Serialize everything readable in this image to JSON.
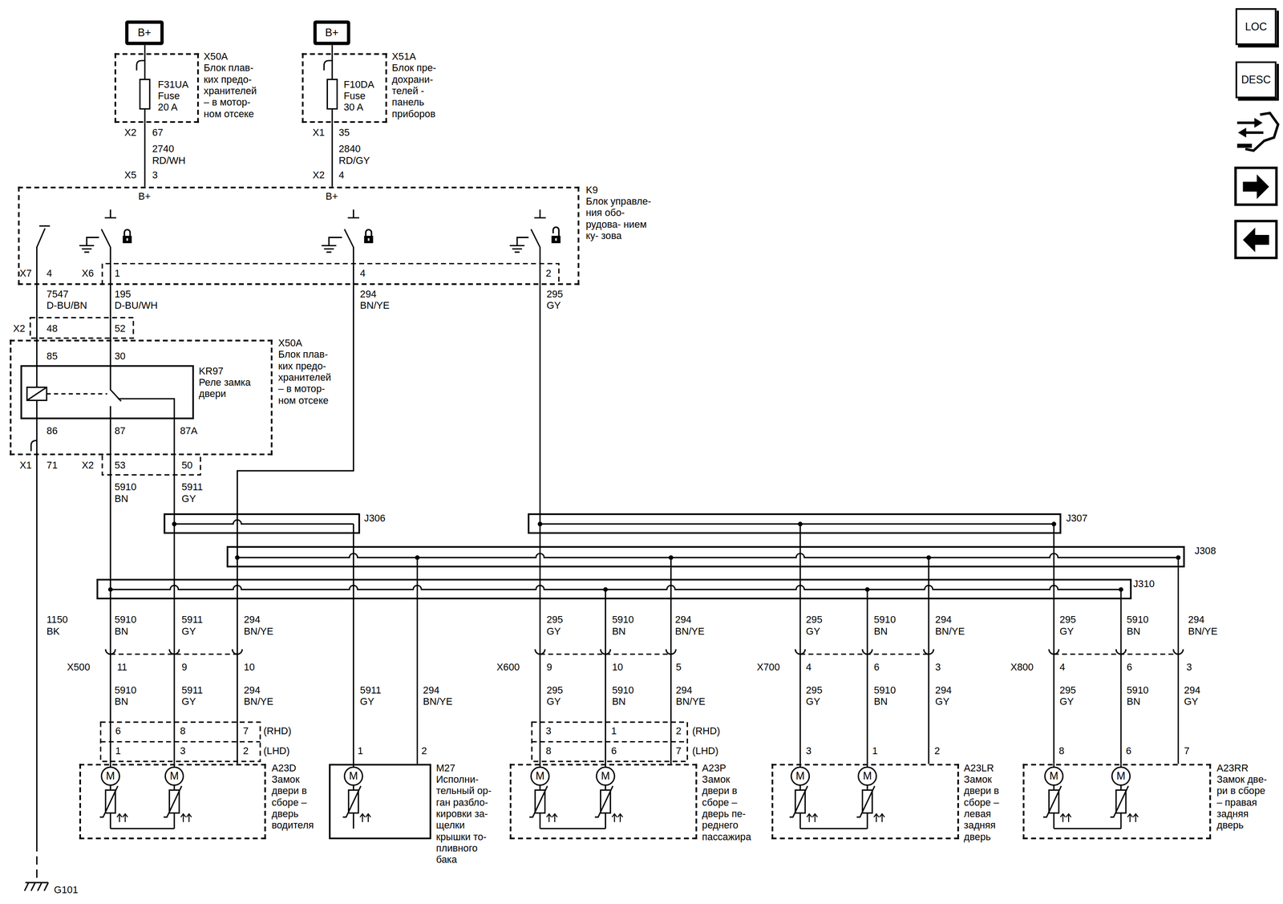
{
  "diagram": {
    "nodes": [
      {
        "text": [
          "B+"
        ]
      },
      {
        "text": [
          "X50A",
          "Блок плав- ких предо- хранителей – в мотор- ном отсеке"
        ]
      },
      {
        "text": [
          "B+"
        ]
      },
      {
        "text": [
          "X51A",
          "Блок пре- дохрани- телей - панель приборов"
        ]
      },
      {
        "text": [
          "LOC"
        ]
      },
      {
        "text": [
          "DESC"
        ]
      },
      {
        "text": [
          "K9",
          "Блок управле- ния обо- рудова- нием ку- зова"
        ]
      },
      {
        "text": [
          "X50A",
          "Блок плав- ких предо- хранителей – в мотор- ном отсеке"
        ]
      },
      {
        "text": [
          "KR97",
          "Реле замка двери"
        ],
        "in": 7
      },
      {
        "text": [
          "J306"
        ]
      },
      {
        "text": [
          "J307"
        ]
      },
      {
        "text": [
          "J308"
        ]
      },
      {
        "text": [
          "J310"
        ]
      },
      {
        "text": [
          "A23D",
          "Замок двери в сборе – дверь водителя"
        ]
      },
      {
        "text": [
          "M27",
          "Исполни- тельный ор- ган разбло- кировки за- щелки крышки то- пливного бака"
        ]
      },
      {
        "text": [
          "A23P",
          "Замок двери в сборе – дверь пе- реднего пассажира"
        ]
      },
      {
        "text": [
          "A23LR",
          "Замок двери в сборе – левая задняя дверь"
        ]
      },
      {
        "text": [
          "A23RR",
          "Замок две- ри в сборе – правая задняя дверь"
        ]
      }
    ],
    "edges": [
      {
        "from": 0,
        "to": 1,
        "arrow": "none"
      },
      {
        "from": 1,
        "to": 6,
        "arrow": "none"
      },
      {
        "from": 2,
        "to": 3,
        "arrow": "none"
      },
      {
        "from": 3,
        "to": 6,
        "arrow": "none"
      },
      {
        "from": 6,
        "to": 7,
        "arrow": "none"
      },
      {
        "from": 6,
        "to": 7,
        "arrow": "none"
      },
      {
        "from": 7,
        "to": 12,
        "arrow": "none"
      },
      {
        "from": 7,
        "to": 9,
        "arrow": "none"
      },
      {
        "from": 6,
        "to": 11,
        "arrow": "none"
      },
      {
        "from": 6,
        "to": 10,
        "arrow": "none"
      },
      {
        "from": 12,
        "to": 13,
        "arrow": "none"
      },
      {
        "from": 9,
        "to": 13,
        "arrow": "none"
      },
      {
        "from": 11,
        "to": 13,
        "arrow": "none"
      },
      {
        "from": 9,
        "to": 14,
        "arrow": "none"
      },
      {
        "from": 11,
        "to": 14,
        "arrow": "none"
      },
      {
        "from": 10,
        "to": 15,
        "arrow": "none"
      },
      {
        "from": 12,
        "to": 15,
        "arrow": "none"
      },
      {
        "from": 11,
        "to": 15,
        "arrow": "none"
      },
      {
        "from": 10,
        "to": 16,
        "arrow": "none"
      },
      {
        "from": 12,
        "to": 16,
        "arrow": "none"
      },
      {
        "from": 11,
        "to": 16,
        "arrow": "none"
      },
      {
        "from": 10,
        "to": 17,
        "arrow": "none"
      },
      {
        "from": 12,
        "to": 17,
        "arrow": "none"
      },
      {
        "from": 11,
        "to": 17,
        "arrow": "none"
      }
    ],
    "labels": [
      "F31UA Fuse 20 A",
      "X2",
      "67",
      "2740 RD/WH",
      "X5",
      "3",
      "B+",
      "F10DA Fuse 30 A",
      "X1",
      "35",
      "2840 RD/GY",
      "X2",
      "4",
      "B+",
      "X7",
      "4",
      "X6",
      "1",
      "4",
      "2",
      "7547 D-BU/BN",
      "195 D-BU/WH",
      "294 BN/YE",
      "295 GY",
      "X2",
      "48",
      "52",
      "85",
      "30",
      "86",
      "87",
      "87A",
      "X1",
      "71",
      "X2",
      "53",
      "50",
      "5910 BN",
      "5911 GY",
      "1150 BK",
      "5910 BN",
      "5911 GY",
      "294 BN/YE",
      "295 GY",
      "5910 BN",
      "294 BN/YE",
      "295 GY",
      "5910 BN",
      "294 BN/YE",
      "295 GY",
      "5910 BN",
      "294 BN/YE",
      "X500",
      "11",
      "9",
      "10",
      "X600",
      "9",
      "10",
      "5",
      "X700",
      "4",
      "6",
      "3",
      "X800",
      "4",
      "6",
      "3",
      "5910 BN",
      "5911 GY",
      "294 BN/YE",
      "5911 GY",
      "294 BN/YE",
      "295 GY",
      "5910 BN",
      "294 BN/YE",
      "295 GY",
      "5910 BN",
      "294 GY",
      "295 GY",
      "5910 BN",
      "294 GY",
      "6",
      "8",
      "7",
      "(RHD)",
      "1",
      "3",
      "2",
      "(LHD)",
      "1",
      "2",
      "3",
      "1",
      "2",
      "(RHD)",
      "8",
      "6",
      "7",
      "(LHD)",
      "3",
      "1",
      "2",
      "8",
      "6",
      "7",
      "G101",
      "M",
      "M",
      "M",
      "M",
      "M",
      "M",
      "M",
      "M",
      "M"
    ]
  }
}
